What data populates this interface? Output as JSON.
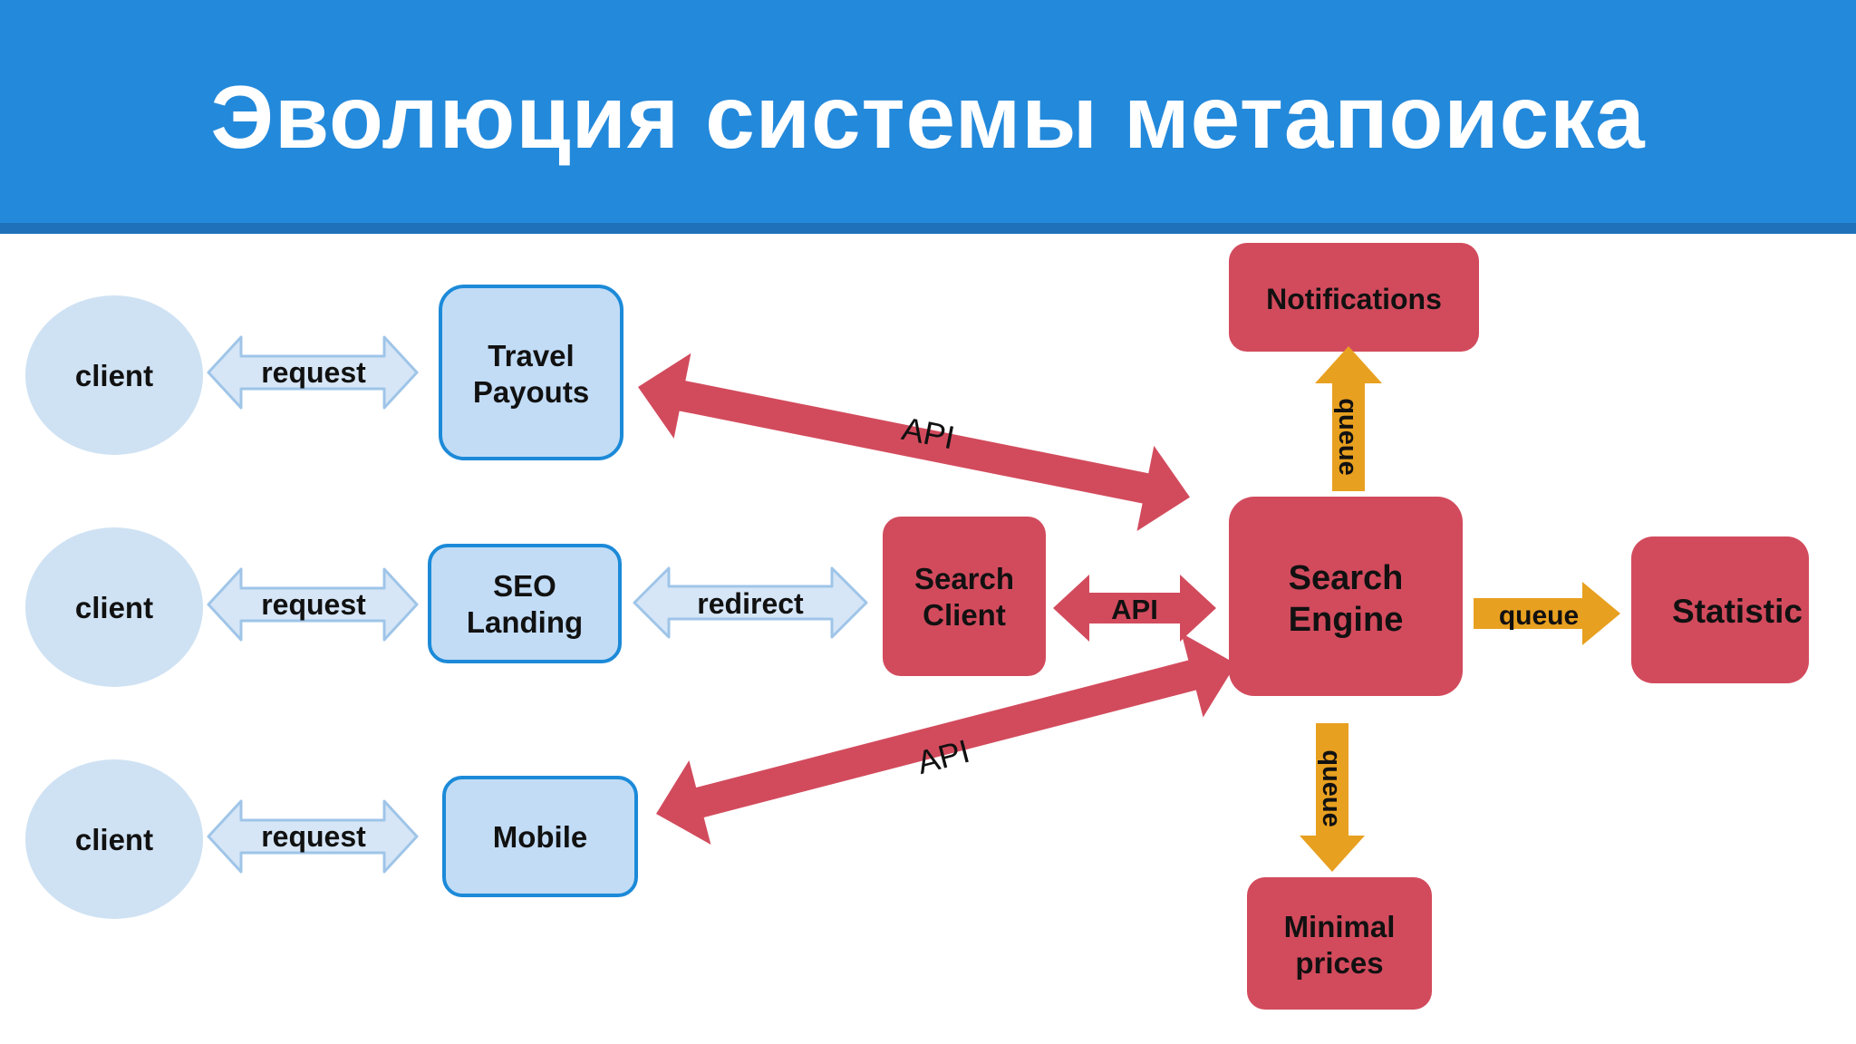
{
  "title": "Эволюция системы метапоиска",
  "colors": {
    "header": "#2389db",
    "header_rule": "#1f72ba",
    "client_fill": "#cfe2f3",
    "frontend_fill": "#c2dcf6",
    "frontend_stroke": "#1c8ad8",
    "backend_fill": "#d24b5d",
    "queue_fill": "#e8a020",
    "request_arrow_fill": "#d6e6f7",
    "request_arrow_stroke": "#9fc5e8"
  },
  "clients": [
    {
      "label": "client"
    },
    {
      "label": "client"
    },
    {
      "label": "client"
    }
  ],
  "requests": [
    {
      "label": "request"
    },
    {
      "label": "request"
    },
    {
      "label": "request"
    }
  ],
  "frontends": {
    "travel_payouts": {
      "line1": "Travel",
      "line2": "Payouts"
    },
    "seo_landing": {
      "line1": "SEO",
      "line2": "Landing"
    },
    "mobile": {
      "label": "Mobile"
    }
  },
  "redirect": {
    "label": "redirect"
  },
  "search_client": {
    "line1": "Search",
    "line2": "Client"
  },
  "search_engine": {
    "line1": "Search",
    "line2": "Engine"
  },
  "notifications": {
    "label": "Notifications"
  },
  "statistic": {
    "label": "Statistic"
  },
  "minimal_prices": {
    "line1": "Minimal",
    "line2": "prices"
  },
  "api_labels": {
    "top": "API",
    "middle": "API",
    "bottom": "API"
  },
  "queue_labels": {
    "up": "queue",
    "right": "queue",
    "down": "queue"
  }
}
